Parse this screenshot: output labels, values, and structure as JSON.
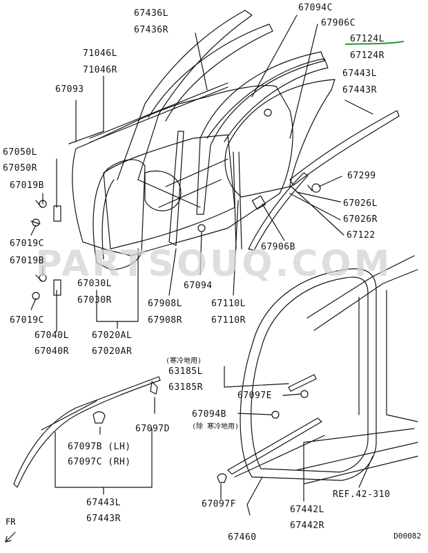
{
  "labels": {
    "p67436": [
      "67436L",
      "67436R"
    ],
    "p67094C": "67094C",
    "p67906C": "67906C",
    "p67124": [
      "67124L",
      "67124R"
    ],
    "p71046": [
      "71046L",
      "71046R"
    ],
    "p67443_top": [
      "67443L",
      "67443R"
    ],
    "p67093": "67093",
    "p67050": [
      "67050L",
      "67050R"
    ],
    "p67019B_1": "67019B",
    "p67019C_1": "67019C",
    "p67019B_2": "67019B",
    "p67019C_2": "67019C",
    "p67299": "67299",
    "p67026": [
      "67026L",
      "67026R"
    ],
    "p67122": "67122",
    "p67906B": "67906B",
    "p67094": "67094",
    "p67030": [
      "67030L",
      "67030R"
    ],
    "p67908": [
      "67908L",
      "67908R"
    ],
    "p67110": [
      "67110L",
      "67110R"
    ],
    "p67040": [
      "67040L",
      "67040R"
    ],
    "p67020": [
      "67020AL",
      "67020AR"
    ],
    "cold_note": "(寒冷地用)",
    "p63185": [
      "63185L",
      "63185R"
    ],
    "p67097E": "67097E",
    "p67094B": "67094B",
    "except_cold_note": "(除 寒冷地用)",
    "p67097D": "67097D",
    "p67097BC": [
      "67097B (LH)",
      "67097C (RH)"
    ],
    "p67443_bot": [
      "67443L",
      "67443R"
    ],
    "ref": "REF.42-310",
    "p67097F": "67097F",
    "p67442": [
      "67442L",
      "67442R"
    ],
    "p67460": "67460",
    "fr": "FR",
    "diagram_code": "D00082"
  },
  "watermark": "PARTSOUQ.COM",
  "highlight_color": "#1a9a2a"
}
